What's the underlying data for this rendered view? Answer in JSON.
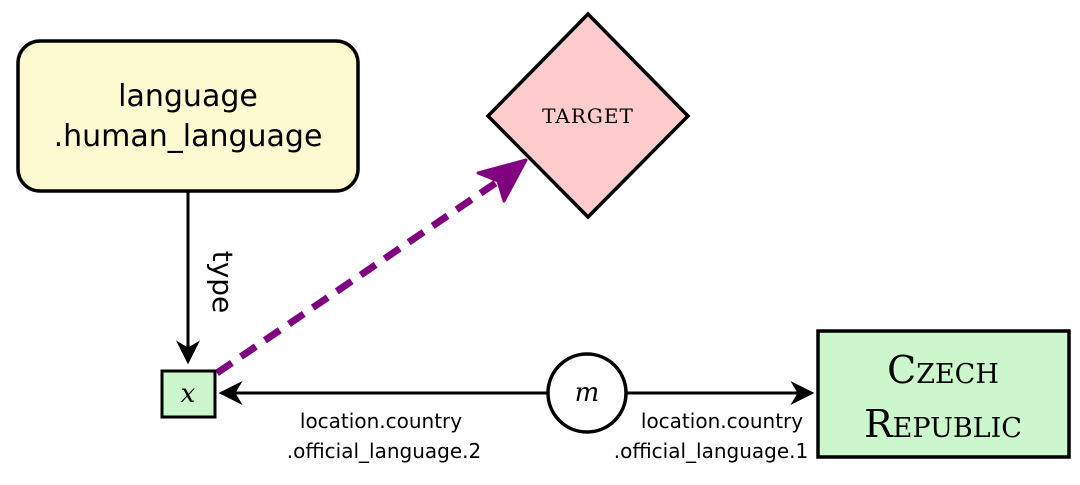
{
  "diagram": {
    "type_node": {
      "line1": "language",
      "line2": ".human_language"
    },
    "target_node": {
      "label": "TARGET"
    },
    "variable_node": {
      "label": "x"
    },
    "mediator_node": {
      "label": "m"
    },
    "entity_node": {
      "line1": "Czech",
      "line2": "Republic"
    },
    "type_edge": {
      "label": "type"
    },
    "edge_to_variable": {
      "line1": "location.country",
      "line2": ".official_language.2"
    },
    "edge_to_entity": {
      "line1": "location.country",
      "line2": ".official_language.1"
    },
    "colors": {
      "type_node_fill": "#fdfad2",
      "target_fill": "#fecccc",
      "entity_fill": "#ccf6cc",
      "variable_fill": "#ccf6cc",
      "dashed_arrow": "#800080",
      "stroke": "#000000"
    }
  }
}
